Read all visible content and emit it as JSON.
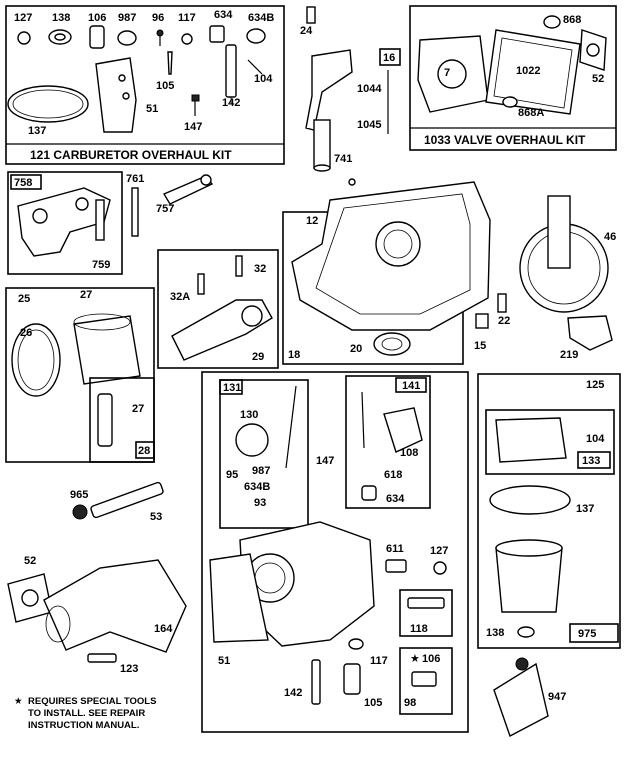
{
  "kits": {
    "carburetor_overhaul": "121 CARBURETOR OVERHAUL KIT",
    "valve_overhaul": "1033 VALVE OVERHAUL KIT"
  },
  "note": {
    "line1": "REQUIRES SPECIAL TOOLS",
    "line2": "TO INSTALL.  SEE REPAIR",
    "line3": "INSTRUCTION MANUAL.",
    "symbol": "★"
  },
  "callouts": {
    "c127a": "127",
    "c138a": "138",
    "c106a": "106",
    "c987a": "987",
    "c96": "96",
    "c117a": "117",
    "c634a": "634",
    "c634Ba": "634B",
    "c105a": "105",
    "c104a": "104",
    "c142a": "142",
    "c51a": "51",
    "c147a": "147",
    "c137a": "137",
    "c24": "24",
    "c16": "16",
    "c1044": "1044",
    "c1045": "1045",
    "c741": "741",
    "c868": "868",
    "c7": "7",
    "c1022": "1022",
    "c52a": "52",
    "c868A": "868A",
    "c758": "758",
    "c761": "761",
    "c757": "757",
    "c759": "759",
    "c12": "12",
    "c46": "46",
    "c22": "22",
    "c15": "15",
    "c20": "20",
    "c18": "18",
    "c219": "219",
    "c25": "25",
    "c27a": "27",
    "c26": "26",
    "c32": "32",
    "c32A": "32A",
    "c29": "29",
    "c27b": "27",
    "c28": "28",
    "c131": "131",
    "c130": "130",
    "c95": "95",
    "c987b": "987",
    "c634Bb": "634B",
    "c93": "93",
    "c147b": "147",
    "c141": "141",
    "c108": "108",
    "c618": "618",
    "c634b": "634",
    "c125": "125",
    "c104b": "104",
    "c133": "133",
    "c137b": "137",
    "c138b": "138",
    "c975": "975",
    "c965": "965",
    "c53": "53",
    "c52b": "52",
    "c164": "164",
    "c123": "123",
    "c611": "611",
    "c127b": "127",
    "c118": "118",
    "c106b": "106",
    "c117b": "117",
    "c51b": "51",
    "c142b": "142",
    "c105b": "105",
    "c98": "98",
    "c947": "947"
  }
}
